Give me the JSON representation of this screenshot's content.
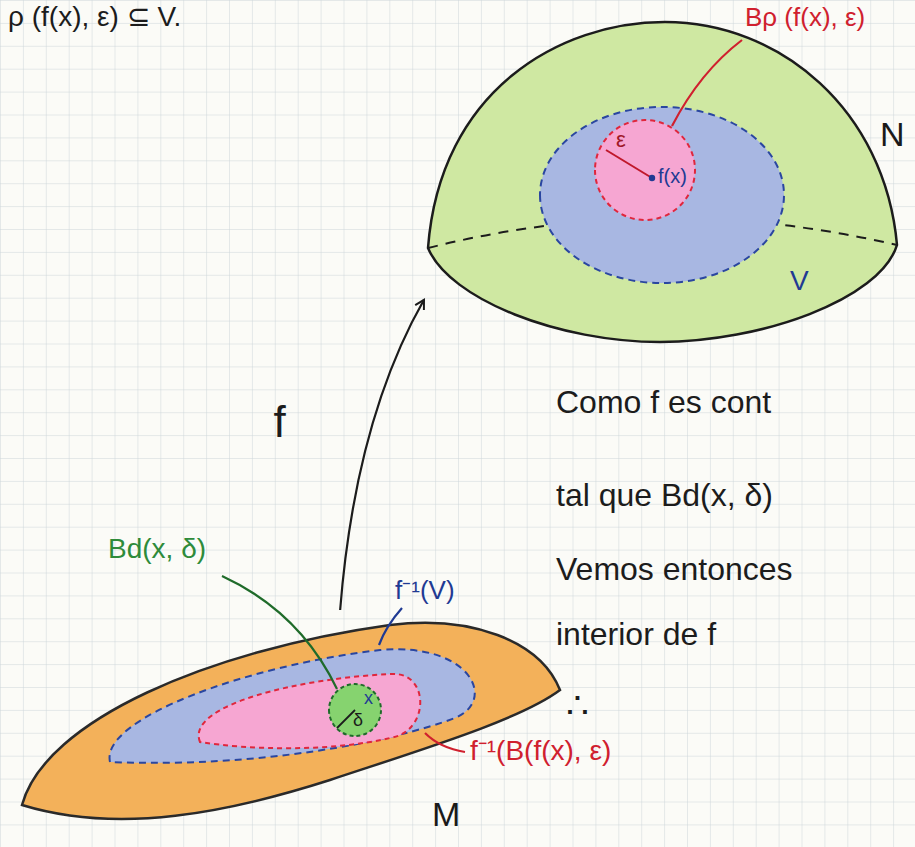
{
  "diagram": {
    "nodes": [
      {
        "text": [
          "N"
        ]
      },
      {
        "text": [
          "V"
        ],
        "in": 0
      },
      {
        "text": [
          "Bρ (f(x), ε)",
          "ε",
          "f(x)"
        ],
        "in": 1
      },
      {
        "text": [
          "M"
        ]
      },
      {
        "text": [
          "f⁻¹(V)"
        ],
        "in": 3
      },
      {
        "text": [
          "f⁻¹(B(f(x), ε)"
        ],
        "in": 4
      },
      {
        "text": [
          "Bd(x, δ)",
          "x",
          "δ"
        ],
        "in": 5
      }
    ],
    "edges": [
      {
        "from": 3,
        "to": 0,
        "arrow": "to",
        "label": "f"
      }
    ],
    "labels": [
      "ρ (f(x), ε) ⊆ V.",
      "Como f es cont",
      "tal que Bd(x, δ)",
      "Vemos entonces",
      "interior de f",
      "∴"
    ]
  }
}
